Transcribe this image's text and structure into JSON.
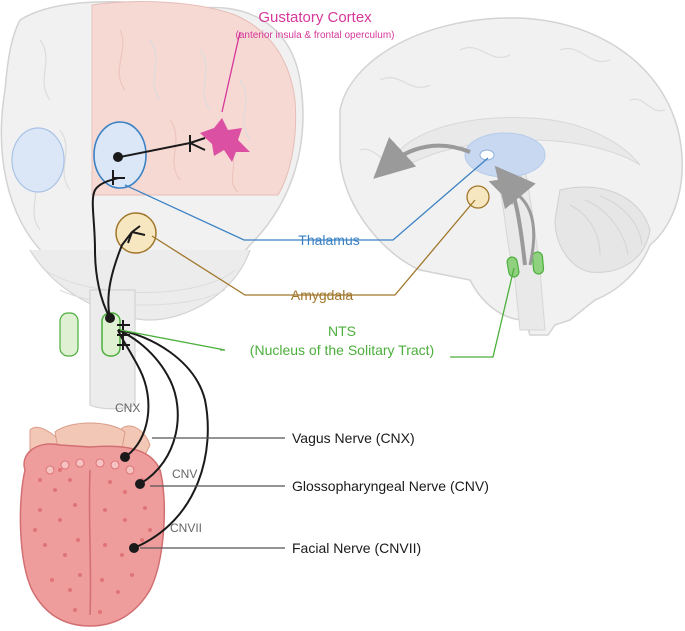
{
  "labels": {
    "gustatory_cortex": "Gustatory Cortex",
    "gustatory_cortex_sub": "(anterior insula & frontal operculum)",
    "thalamus": "Thalamus",
    "amygdala": "Amygdala",
    "nts": "NTS",
    "nts_sub": "(Nucleus of the Solitary Tract)",
    "vagus": "Vagus Nerve (CNX)",
    "glosso": "Glossopharyngeal Nerve (CNV)",
    "facial": "Facial Nerve (CNVII)",
    "cnx": "CNX",
    "cnv": "CNV",
    "cnvii": "CNVII"
  },
  "colors": {
    "gustatory": "#d6379a",
    "thalamus": "#3b82c4",
    "amygdala": "#a0762a",
    "nts": "#4caf3c",
    "nerve": "#1a1a1a",
    "nerve_short": "#555555",
    "brain_fill": "#f1f1f1",
    "brain_stroke": "#d3d3d3",
    "section_fill": "#f7d9d4",
    "tongue_fill": "#ef9c9c"
  }
}
